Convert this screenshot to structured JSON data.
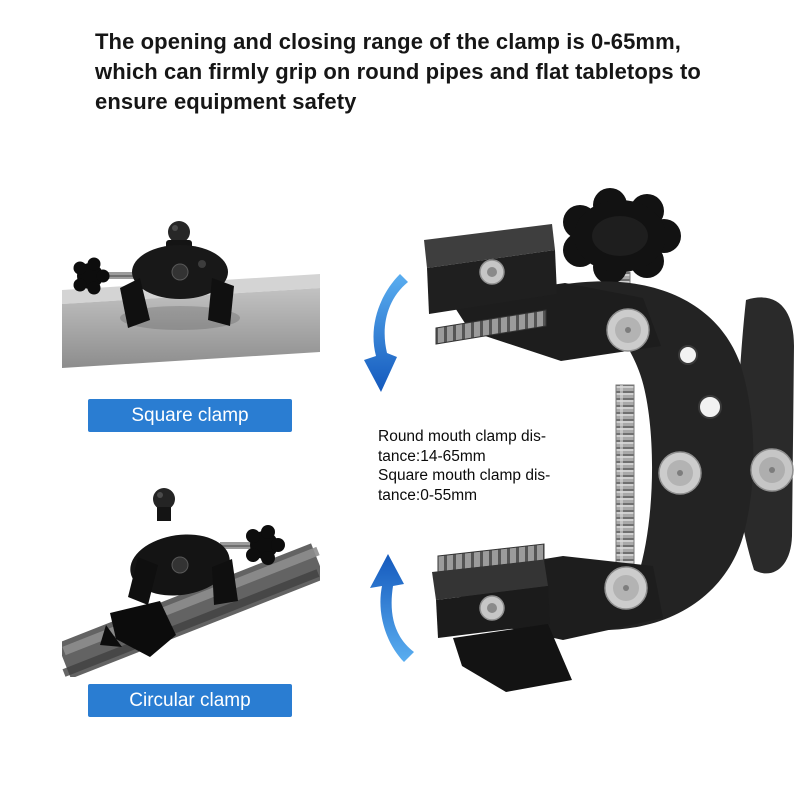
{
  "heading": {
    "lines": [
      "The opening and closing range of the clamp is 0-65mm,",
      "which can firmly grip on round pipes and flat tabletops to",
      "ensure equipment safety"
    ]
  },
  "labels": {
    "square": "Square clamp",
    "circular": "Circular clamp"
  },
  "annotation": {
    "lines": [
      "Round mouth clamp dis-",
      "tance:14-65mm",
      "Square mouth clamp dis-",
      "tance:0-55mm"
    ]
  },
  "illustrations": {
    "square_clamp_photo": "square-clamp-on-flat-bar-photo",
    "circular_clamp_photo": "circular-clamp-on-round-pipe-photo",
    "main_clamp": "crab-clamp-with-adjustment-knob-illustration",
    "arrow_top": "curved-arrow-down-icon",
    "arrow_bottom": "curved-arrow-up-icon"
  },
  "colors": {
    "background": "#ffffff",
    "heading_text": "#161616",
    "label_bg": "#2a7dd2",
    "label_text": "#ffffff",
    "arrow_light": "#5aaef0",
    "arrow_dark": "#1459bd",
    "clamp_body": "#1d1d1d",
    "metal_gray": "#a9a9a9"
  }
}
